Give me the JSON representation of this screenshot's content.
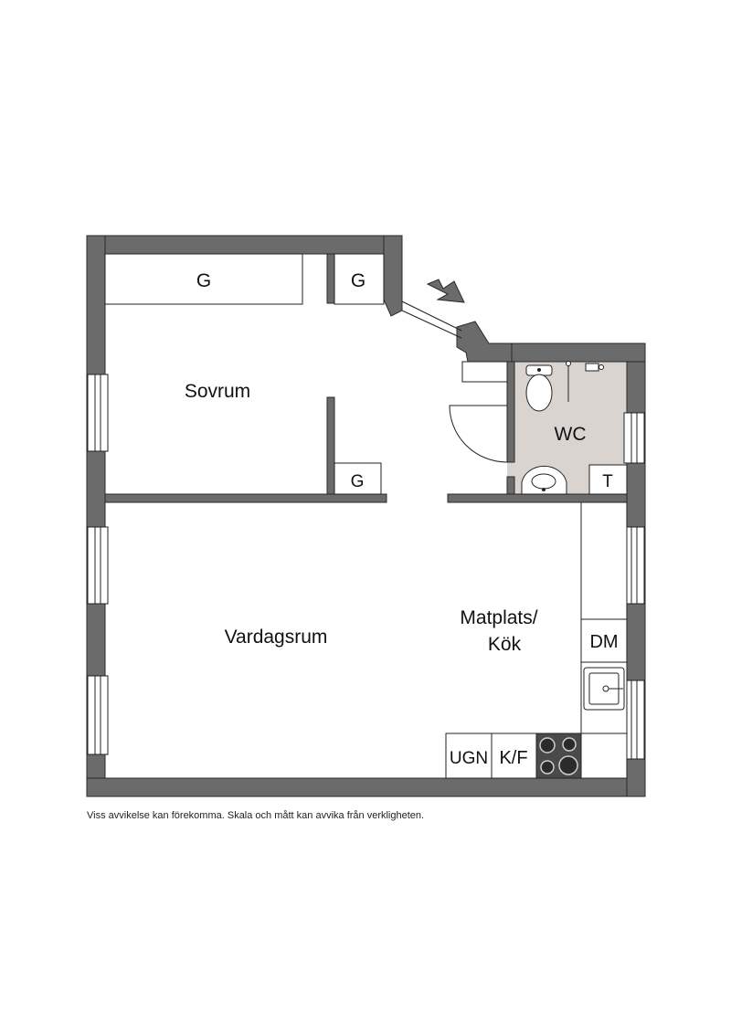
{
  "colors": {
    "wall": "#6b6b6b",
    "wall_stroke": "#2a2a2a",
    "wc_floor": "#d9d4cf",
    "fixture_stroke": "#222222",
    "stove": "#4a4a4a",
    "text": "#111111"
  },
  "rooms": {
    "sovrum": "Sovrum",
    "vardagsrum": "Vardagsrum",
    "matplats_line1": "Matplats/",
    "matplats_line2": "Kök",
    "wc": "WC"
  },
  "fixtures": {
    "wardrobe_large": "G",
    "wardrobe_small_top": "G",
    "wardrobe_small_bottom": "G",
    "dishwasher": "DM",
    "oven": "UGN",
    "fridge_freezer": "K/F",
    "washer": "T"
  },
  "icons": {
    "entrance": "entrance-arrow-icon",
    "toilet": "toilet-icon",
    "sink": "sink-icon",
    "stove": "stove-icon",
    "kitchen_sink": "kitchen-sink-icon",
    "shower": "shower-icon"
  },
  "disclaimer": "Viss avvikelse kan förekomma. Skala och mått kan avvika från verkligheten."
}
